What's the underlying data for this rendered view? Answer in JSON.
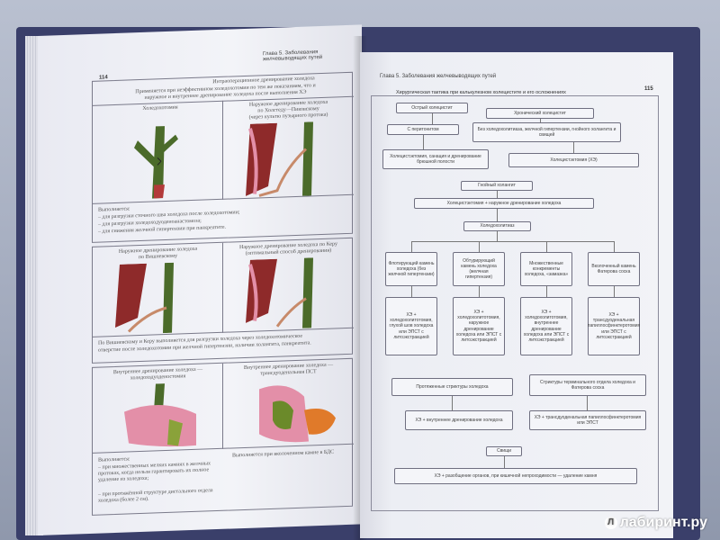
{
  "left_page": {
    "page_number": "114",
    "running_head": "Глава 5. Заболевания желчевыводящих путей",
    "top_block": {
      "title_1": "Интраоперационное дренирование холедоха",
      "line_2": "Применяется при неэффективном холедохотомии по тем же показаниям, что и",
      "line_3": "наружное и внутреннее дренирование холедоха после выполнения ХЭ",
      "cell_left_title": "Холедохотомия",
      "cell_right_title_1": "Наружное дренирование холедоха",
      "cell_right_title_2": "по Холстеду—Пиковскому",
      "cell_right_title_3": "(через культю пузырного протока)",
      "notes_title": "Выполняется:",
      "notes": [
        "– для разгрузки сточного шва холедоха после холедохотомии;",
        "– для разгрузки холедоходуоденоанастомоза;",
        "– для снижения желчной гипертензии при панкреатите."
      ]
    },
    "middle_block": {
      "cell_left_title_1": "Наружное дренирование холедоха",
      "cell_left_title_2": "по Вишневскому",
      "cell_right_title_1": "Наружное дренирование холедоха по Керу",
      "cell_right_title_2": "(оптимальный способ дренирования)",
      "caption_1": "По Вишневскому и Керу выполняется для разгрузки холедоха через холедохотомическое",
      "caption_2": "отверстие после холедохотомии при желчной гипертензии, наличии холангита, панкреатита."
    },
    "bottom_block": {
      "cell_left_title_1": "Внутреннее дренирование холедоха —",
      "cell_left_title_2": "холедоходуоденостомия",
      "cell_right_title_1": "Внутреннее дренирование холедоха —",
      "cell_right_title_2": "трансдуоденальная ПСТ",
      "notes_title": "Выполняется:",
      "notes": [
        "– при множественных мелких камнях в желчных протоках, когда нельзя гарантировать их полное удаление из холедоха;",
        "– при протяжённой структуре дистального отдела холедоха (более 2 см)."
      ],
      "right_caption": "Выполняется при вколоченном камне в БДС"
    }
  },
  "right_page": {
    "page_number": "115",
    "running_head": "Глава 5. Заболевания желчевыводящих путей",
    "chart_title": "Хирургическая тактика при калькулезном холецистите и его осложнениях",
    "boxes": {
      "acute": "Острый холецистит",
      "chronic": "Хронический холецистит",
      "peritonitis": "С перитонитом",
      "no_complications": "Без холедохолитиаза, желчной гипертензии, гнойного холангита и свищей",
      "cholecystectomy_sanation": "Холецистэктомия, санация и дренирование брюшной полости",
      "cholecystectomy": "Холецистэктомия (ХЭ)",
      "purulent_cholangitis": "Гнойный холангит",
      "ce_external_drainage": "Холецистэктомия + наружное дренирование холедоха",
      "choledocholithiasis": "Холедохолитиаз",
      "floating_stone": "Флотирующий камень холедоха (без желчной гипертензии)",
      "obturating_stone": "Обтурирующий камень холедоха (желчная гипертензия)",
      "multiple_stones": "Множественные конкременты холедоха, «замазка»",
      "impacted_stone": "Вколоченный камень Фатерова соска",
      "opt_1": "ХЭ + холедохолитотомия, глухой шов холедоха или ЭПСТ с литоэкстракцией",
      "opt_2": "ХЭ + холедохолитотомия, наружное дренирование холедоха или ЭПСТ с литоэкстракцией",
      "opt_3": "ХЭ + холедохолитотомия, внутреннее дренирование холедоха или ЭПСТ с литоэкстракцией",
      "opt_4": "ХЭ + трансдуоденальная папиллосфинктеротомия или ЭПСТ с литоэкстракцией",
      "extended_strictures": "Протяженные стриктуры холедоха",
      "terminal_strictures": "Стриктуры терминального отдела холедоха и Фатерова соска",
      "internal_drainage": "ХЭ + внутреннее дренирование холедоха",
      "transduodenal_pst": "ХЭ + трансдуоденальная папиллосфинктеротомия или ЭПСТ",
      "fistulas": "Свищи",
      "fistula_treatment": "ХЭ + разобщение органов, при кишечной непроходимости — удаление камня"
    }
  },
  "watermark": {
    "text": "лабиринт.ру",
    "logo_glyph": "Л"
  },
  "colors": {
    "book_cover": "#3a3f6a",
    "page": "#f2f3f7",
    "liver": "#8e2a2a",
    "duct": "#4b6b2a",
    "drain": "#c78a6a",
    "duodenum": "#e38fa8",
    "orange_tissue": "#e07a2a"
  }
}
